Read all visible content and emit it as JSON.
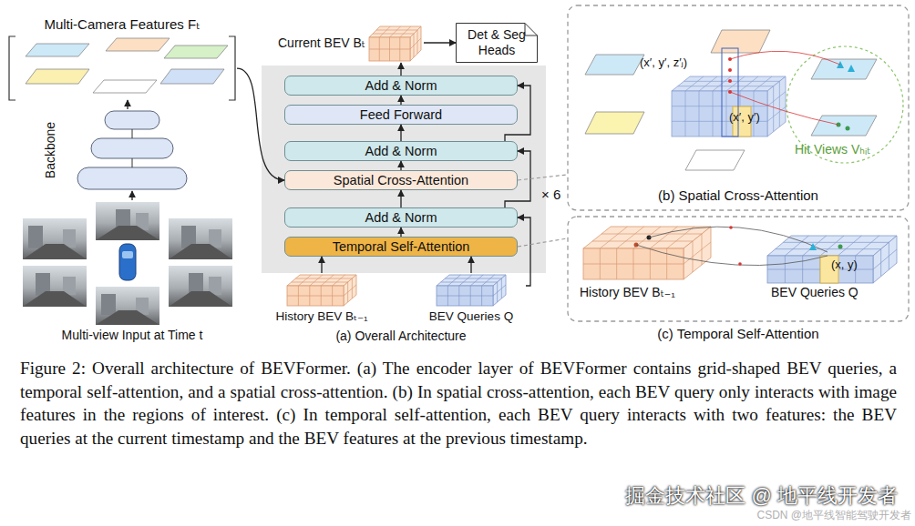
{
  "diagram": {
    "caption": "Figure 2: Overall architecture of BEVFormer. (a) The encoder layer of BEVFormer contains grid-shaped BEV queries, a temporal self-attention, and a spatial cross-attention. (b) In spatial cross-attention, each BEV query only interacts with image features in the regions of interest. (c) In temporal self-attention, each BEV query interacts with two features: the BEV queries at the current timestamp and the BEV features at the previous timestamp.",
    "nodes": [
      {
        "text": [
          "Multi-Camera Features Fₜ"
        ]
      },
      {
        "text": [
          "Backbone"
        ]
      },
      {
        "text": [
          "Multi-view Input at Time t"
        ]
      },
      {
        "text": [
          "Current BEV Bₜ"
        ]
      },
      {
        "text": [
          "Det & Seg Heads"
        ]
      },
      {
        "text": [
          "Add & Norm"
        ]
      },
      {
        "text": [
          "Feed Forward"
        ]
      },
      {
        "text": [
          "Add & Norm"
        ]
      },
      {
        "text": [
          "Spatial Cross-Attention"
        ]
      },
      {
        "text": [
          "Add & Norm"
        ]
      },
      {
        "text": [
          "Temporal Self-Attention"
        ]
      },
      {
        "text": [
          "History BEV Bₜ₋₁"
        ]
      },
      {
        "text": [
          "BEV Queries Q"
        ]
      },
      {
        "text": [
          "(b) Spatial Cross-Attention"
        ]
      },
      {
        "text": [
          "(c) Temporal Self-Attention"
        ]
      }
    ],
    "edges": [
      {
        "from": 2,
        "to": 1,
        "arrow": "to"
      },
      {
        "from": 1,
        "to": 0,
        "arrow": "to"
      },
      {
        "from": 0,
        "to": 8,
        "arrow": "to"
      },
      {
        "from": 11,
        "to": 10,
        "arrow": "to"
      },
      {
        "from": 12,
        "to": 10,
        "arrow": "to"
      },
      {
        "from": 10,
        "to": 9,
        "arrow": "to"
      },
      {
        "from": 9,
        "to": 8,
        "arrow": "to"
      },
      {
        "from": 8,
        "to": 7,
        "arrow": "to"
      },
      {
        "from": 7,
        "to": 6,
        "arrow": "to"
      },
      {
        "from": 6,
        "to": 5,
        "arrow": "to"
      },
      {
        "from": 5,
        "to": 3,
        "arrow": "to"
      },
      {
        "from": 3,
        "to": 4,
        "arrow": "to"
      },
      {
        "from": 12,
        "to": 9,
        "arrow": "to"
      },
      {
        "from": 9,
        "to": 7,
        "arrow": "to"
      },
      {
        "from": 7,
        "to": 5,
        "arrow": "to"
      },
      {
        "from": 8,
        "to": 13,
        "arrow": "none"
      },
      {
        "from": 10,
        "to": 14,
        "arrow": "none"
      }
    ],
    "labels": [
      "× 6",
      "(a) Overall Architecture",
      "(x′, y′, z′ⱼ)",
      "(x′, y′)",
      "Hit Views Vₕᵢₜ",
      "History BEV Bₜ₋₁",
      "BEV Queries Q",
      "(x, y)",
      "掘金技术社区 @ 地平线开发者",
      "CSDN @地平线智能驾驶开发者"
    ]
  }
}
